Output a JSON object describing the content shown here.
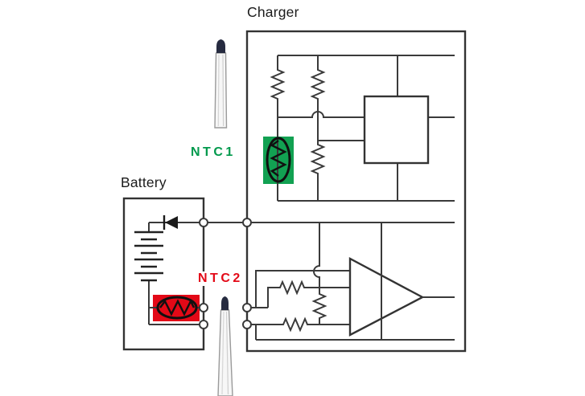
{
  "labels": {
    "charger": "Charger",
    "battery": "Battery",
    "ntc1": "NTC1",
    "ntc2": "NTC2"
  },
  "colors": {
    "ntc1_highlight": "#12A152",
    "ntc1_label": "#00994C",
    "ntc2_highlight": "#E30917",
    "ntc2_label": "#E30917",
    "wire": "#3A3A3A",
    "component_outline": "#101010",
    "box_outline": "#333333",
    "probe_tip": "#262B40",
    "probe_body": "#F7F7F7",
    "background": "#FFFFFF"
  }
}
